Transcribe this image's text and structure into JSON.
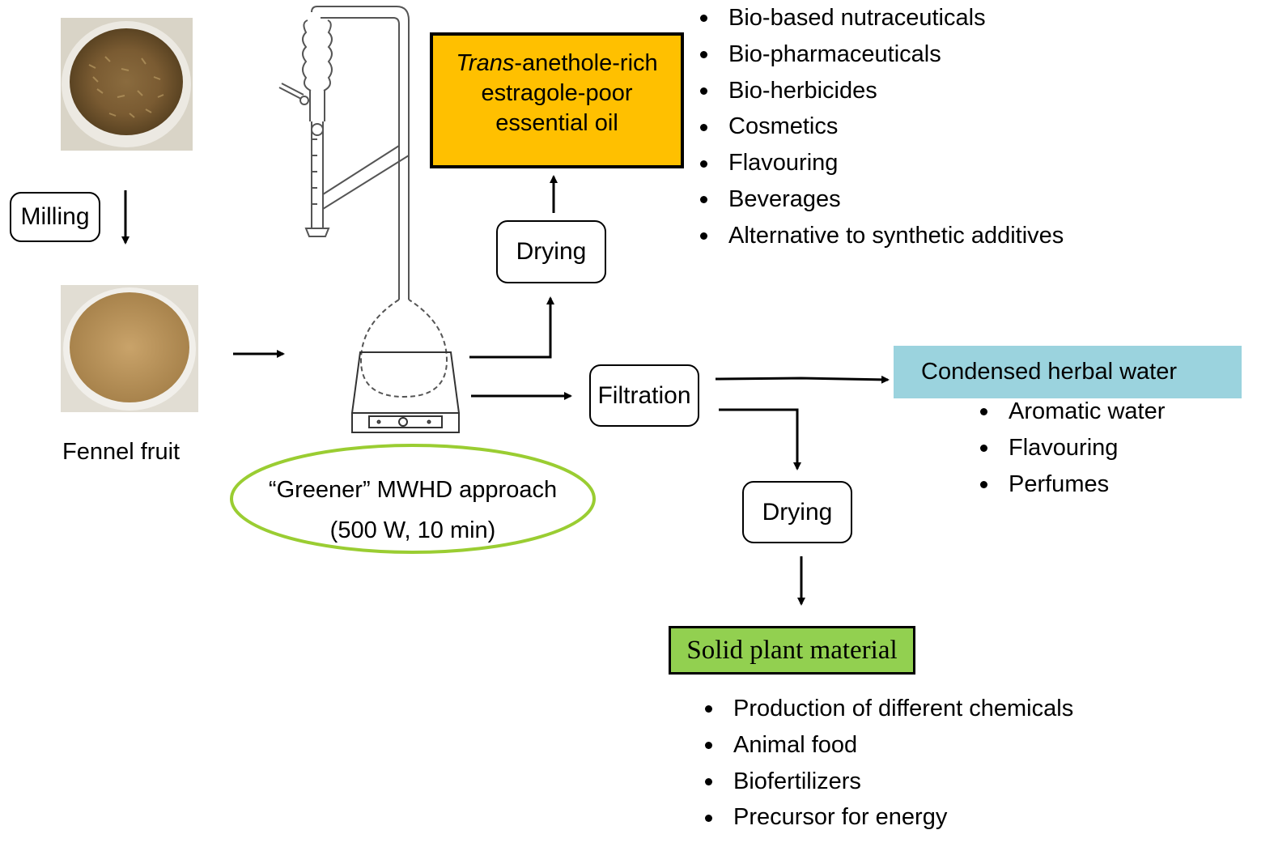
{
  "labels": {
    "milling": "Milling",
    "fennel_fruit": "Fennel fruit",
    "approach_line1": "“Greener” MWHD approach",
    "approach_line2": "(500 W, 10 min)",
    "drying_top": "Drying",
    "filtration": "Filtration",
    "drying_bottom": "Drying",
    "essential_oil_italic": "Trans",
    "essential_oil_line1_rest": "-anethole-rich",
    "essential_oil_line2": "estragole-poor",
    "essential_oil_line3": "essential oil",
    "condensed_water": "Condensed herbal water",
    "solid_material": "Solid plant material"
  },
  "essential_oil_uses": [
    "Bio-based nutraceuticals",
    "Bio-pharmaceuticals",
    "Bio-herbicides",
    "Cosmetics",
    "Flavouring",
    "Beverages",
    "Alternative to synthetic additives"
  ],
  "herbal_water_uses": [
    "Aromatic water",
    "Flavouring",
    "Perfumes"
  ],
  "solid_material_uses": [
    "Production of different chemicals",
    "Animal food",
    "Biofertilizers",
    "Precursor for energy"
  ],
  "colors": {
    "essential_oil_box": "#ffc000",
    "condensed_water_box": "#9bd3de",
    "solid_material_box": "#92d050",
    "approach_ellipse": "#9acd32"
  },
  "images": [
    "fennel-seeds-photo",
    "milled-fennel-photo",
    "distillation-apparatus-icon"
  ]
}
